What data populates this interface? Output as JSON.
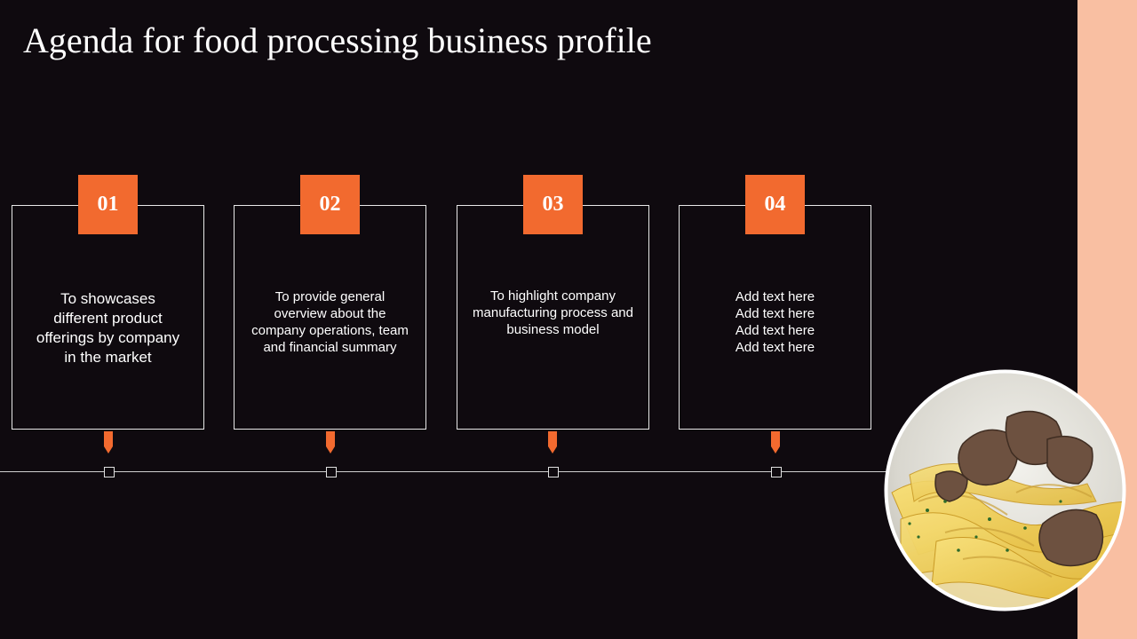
{
  "slide": {
    "title": "Agenda for food processing business profile"
  },
  "agenda": {
    "items": [
      {
        "number": "01",
        "lines": [
          "To showcases",
          "different product",
          "offerings by company",
          "in the market"
        ]
      },
      {
        "number": "02",
        "lines": [
          "To provide general",
          "overview about the",
          "company operations, team",
          "and financial summary"
        ]
      },
      {
        "number": "03",
        "lines": [
          "To highlight company",
          "manufacturing process and",
          "business model"
        ]
      },
      {
        "number": "04",
        "lines": [
          "Add text here",
          "Add text here",
          "Add text here",
          "Add text here"
        ]
      }
    ]
  },
  "colors": {
    "background": "#0f0a0f",
    "accent": "#f26a2f",
    "side_band": "#f9bfa2",
    "text": "#ffffff"
  },
  "image": {
    "subject": "plate of tagliatelle pasta with truffle slices"
  }
}
